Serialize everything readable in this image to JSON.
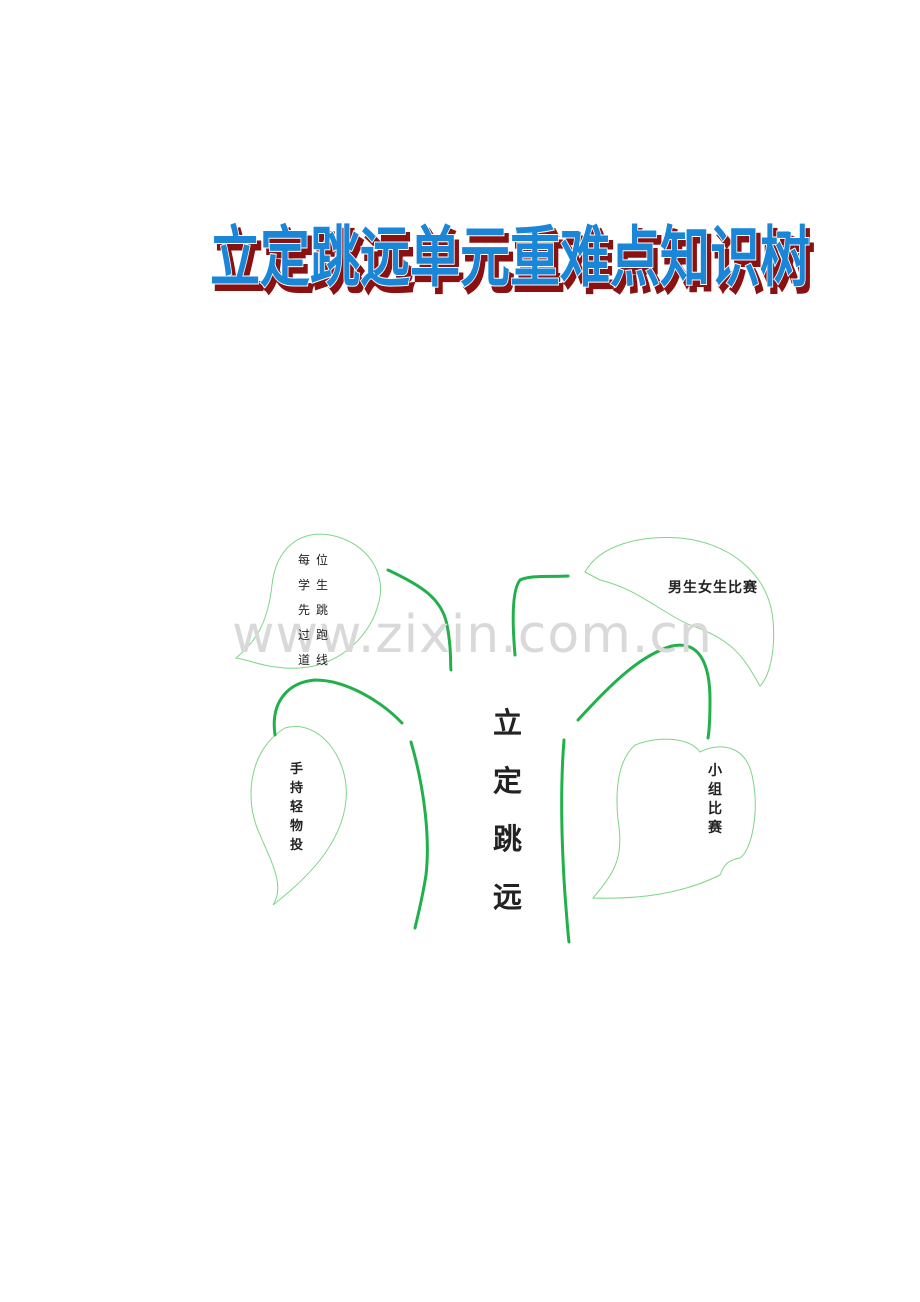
{
  "title": "立定跳远单元重难点知识树",
  "watermark": "www.zixin.com.cn",
  "trunk_label": "立定跳远",
  "leaves": {
    "top_left": "每位学生先跳过跑道线",
    "middle_left": "手持轻物投",
    "top_right": "男生女生比赛",
    "bottom_right": "小组比赛"
  },
  "colors": {
    "title_fill": "#1a86d8",
    "title_shadow": "#8b1010",
    "branch": "#22b04a",
    "leaf_outline": "#7fd48a"
  }
}
